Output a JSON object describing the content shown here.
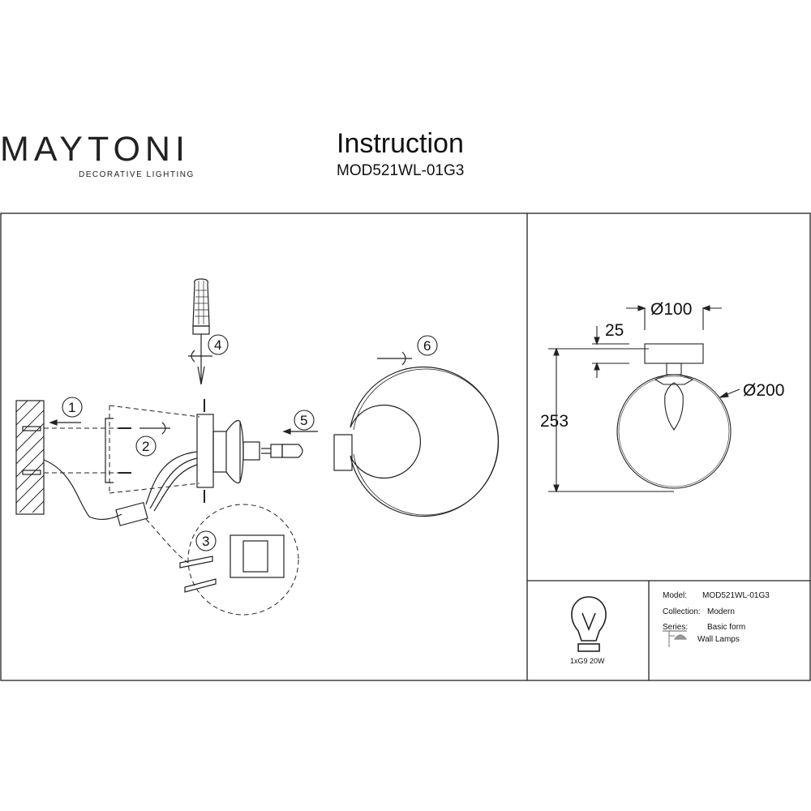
{
  "header": {
    "brand": "MAYTONI",
    "brand_subtitle": "DECORATIVE LIGHTING",
    "title": "Instruction",
    "model": "MOD521WL-01G3"
  },
  "steps": [
    "1",
    "2",
    "3",
    "4",
    "5",
    "6"
  ],
  "dimensions": {
    "canopy_diameter": "Ø100",
    "canopy_depth": "25",
    "height": "253",
    "shade_diameter": "Ø200"
  },
  "bulb": {
    "label": "1xG9 20W",
    "icon": "light-bulb-icon"
  },
  "specs": {
    "model_label": "Model:",
    "model_value": "MOD521WL-01G3",
    "collection_label": "Collection:",
    "collection_value": "Modern",
    "series_label": "Series:",
    "series_value": "Basic form",
    "type_value": "Wall Lamps",
    "type_icon": "wall-lamp-icon"
  }
}
